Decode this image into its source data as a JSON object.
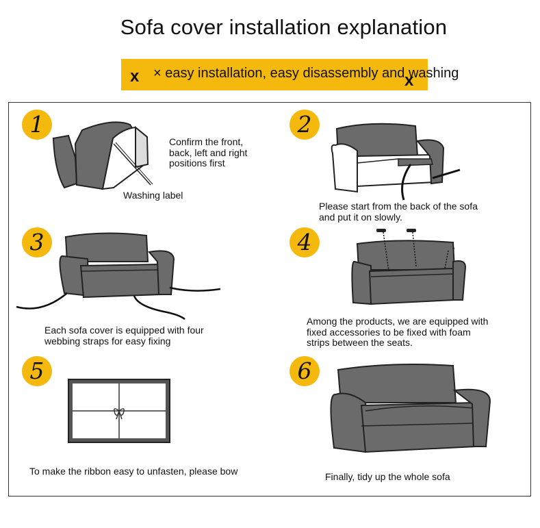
{
  "title": "Sofa cover installation explanation",
  "banner": {
    "text": "× easy installation, easy disassembly and washing",
    "mark_left": "x",
    "mark_right": "x",
    "color": "#f5b80c"
  },
  "steps": [
    {
      "number": "1",
      "caption": "Confirm the front,\nback, left and right\npositions first",
      "label": "Washing label"
    },
    {
      "number": "2",
      "caption": "Please start from the back of the sofa\nand put it on slowly."
    },
    {
      "number": "3",
      "caption": "Each sofa cover is equipped with four\nwebbing straps for easy fixing"
    },
    {
      "number": "4",
      "caption": "Among the products, we are equipped with\nfixed accessories to be fixed with foam\nstrips between the seats."
    },
    {
      "number": "5",
      "caption": "To make the ribbon easy to unfasten, please bow"
    },
    {
      "number": "6",
      "caption": "Finally, tidy up the whole sofa"
    }
  ]
}
